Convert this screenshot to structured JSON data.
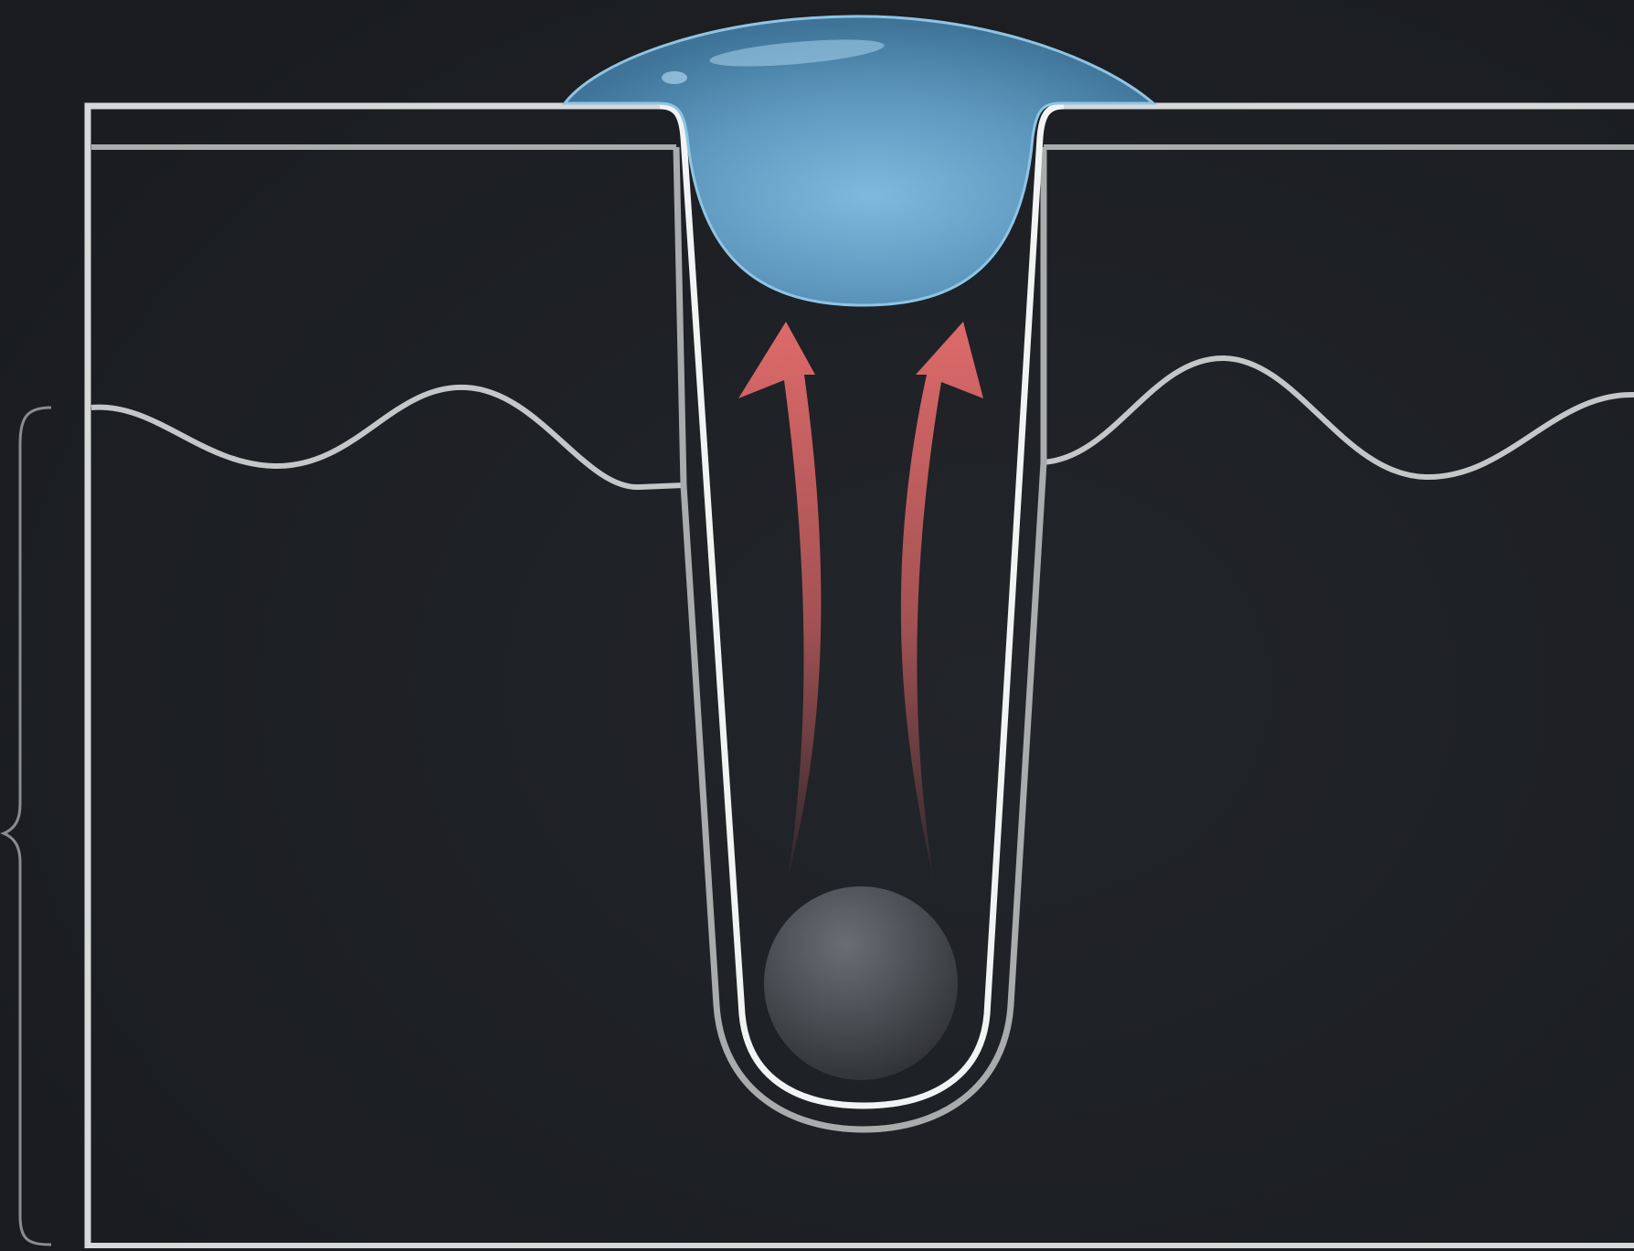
{
  "diagram": {
    "elements": [
      {
        "name": "outer-frame",
        "kind": "rectangular outline open on the right edge"
      },
      {
        "name": "surface-layer",
        "kind": "thin top layer band"
      },
      {
        "name": "wavy-boundary",
        "kind": "undulating interface line"
      },
      {
        "name": "well-inner-wall",
        "kind": "narrow U-shaped channel"
      },
      {
        "name": "well-outer-wall",
        "kind": "second U-shaped outline around the channel"
      },
      {
        "name": "liquid-droplet",
        "kind": "blue lens-shaped drop sealing the channel opening"
      },
      {
        "name": "particle-sphere",
        "kind": "dark gray ball at the channel bottom"
      },
      {
        "name": "upward-arrow-left",
        "kind": "red curved arrow pointing up"
      },
      {
        "name": "upward-arrow-right",
        "kind": "red curved arrow pointing up"
      },
      {
        "name": "left-brace",
        "kind": "curly brace spanning the lower region"
      }
    ],
    "colors": {
      "background": "#1d1f23",
      "line": "#d6d8da",
      "line_dim": "#a9abad",
      "droplet": "#5f9cc4",
      "droplet_edge": "#8fc4e4",
      "sphere": "#4e5258",
      "arrow": "#d96565",
      "brace": "#8a8c8f"
    }
  }
}
